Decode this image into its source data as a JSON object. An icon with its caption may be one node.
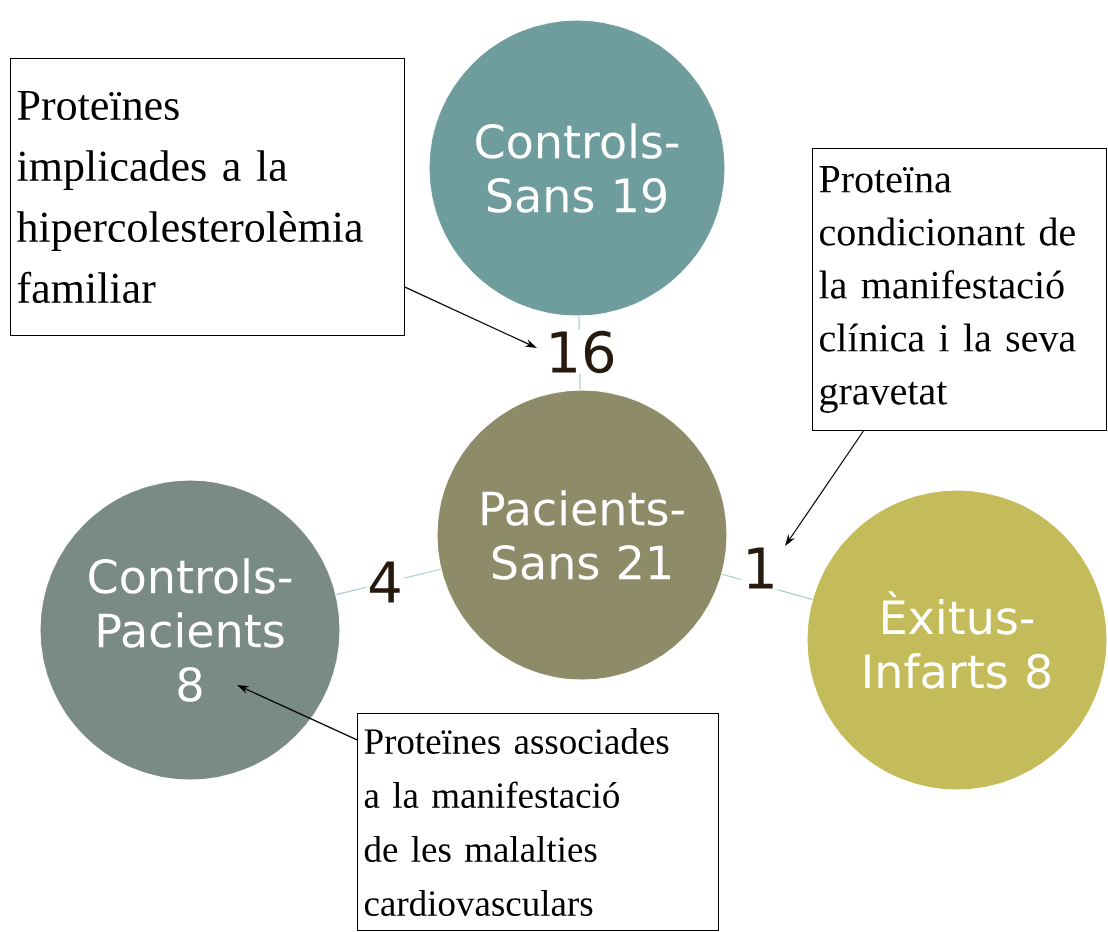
{
  "diagram": {
    "nodes": [
      {
        "text": [
          "Controls-Sans 19"
        ]
      },
      {
        "text": [
          "Proteïnes implicades a la hipercolesterolèmia familiar"
        ]
      },
      {
        "text": [
          "Proteïna condicionant de la manifestació clínica i la seva gravetat"
        ]
      },
      {
        "text": [
          "Pacients-Sans 21"
        ]
      },
      {
        "text": [
          "Controls-Pacients 8"
        ]
      },
      {
        "text": [
          "Èxitus-Infarts 8"
        ]
      },
      {
        "text": [
          "Proteïnes associades a la manifestació de les malalties cardiovasculars"
        ]
      }
    ],
    "edges": [
      {
        "from": 0,
        "to": 3,
        "arrow": "none",
        "label": "16"
      },
      {
        "from": 4,
        "to": 3,
        "arrow": "none",
        "label": "4"
      },
      {
        "from": 3,
        "to": 5,
        "arrow": "none",
        "label": "1"
      },
      {
        "from": 1,
        "to": null,
        "arrow": "to",
        "color": "#000000"
      },
      {
        "from": 2,
        "to": null,
        "arrow": "to",
        "color": "#000000"
      },
      {
        "from": 6,
        "to": 4,
        "arrow": "to",
        "color": "#000000"
      }
    ]
  }
}
